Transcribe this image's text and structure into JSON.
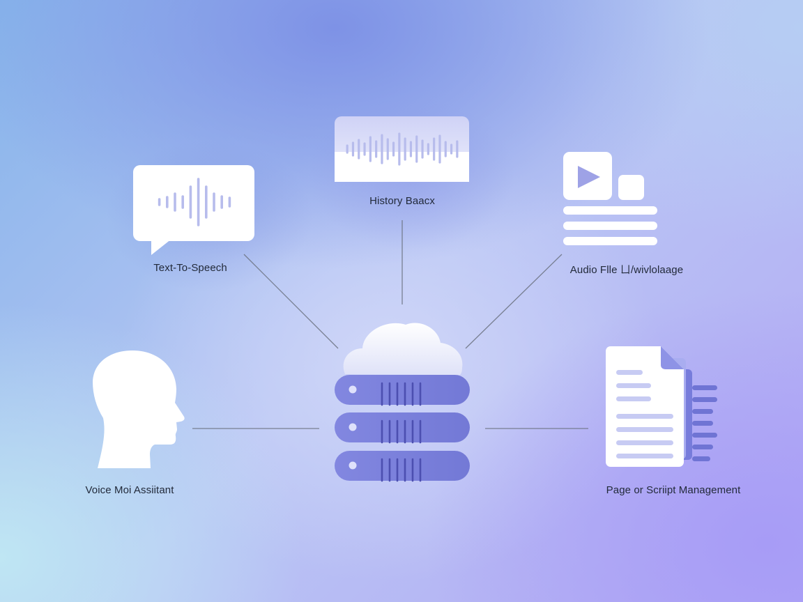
{
  "nodes": {
    "history": {
      "label": "History Baacx",
      "icon": "waveform-window-icon"
    },
    "tts": {
      "label": "Text-To-Speech",
      "icon": "speech-bubble-waveform-icon"
    },
    "audio": {
      "label": "Audio Flle ㄩ/wivlolaage",
      "icon": "video-playlist-icon"
    },
    "voice": {
      "label": "Voice Moi Assiitant",
      "icon": "human-head-icon"
    },
    "page": {
      "label": "Page or Scriipt Management",
      "icon": "document-stack-icon"
    },
    "hub": {
      "icon": "cloud-server-icon"
    }
  },
  "colors": {
    "icon_fill": "#ffffff",
    "server": "#7b80dc",
    "server_dark": "#4c4fb0",
    "waveform": "#b5bbec",
    "connector": "#6b7280",
    "text": "#222a3a"
  }
}
